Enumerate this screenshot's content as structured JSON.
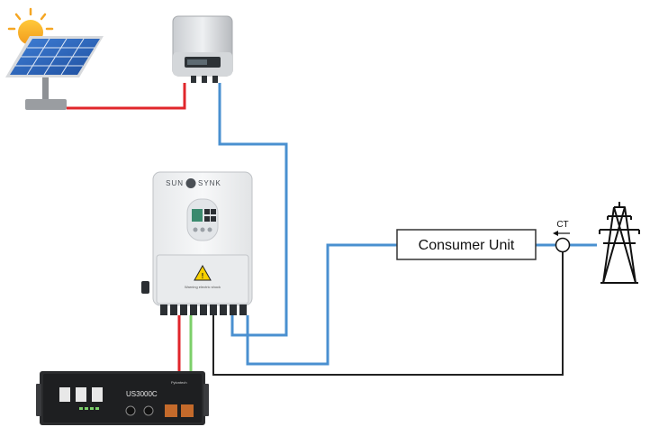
{
  "diagram": {
    "consumer_unit_label": "Consumer Unit",
    "ct_label": "CT",
    "inverter_brand_left": "SUN",
    "inverter_brand_right": "SYNK",
    "inverter_warning_text": "Warning electric shock",
    "battery_model": "US3000C",
    "battery_brand": "Pylontech"
  },
  "colors": {
    "dc_positive": "#e0262b",
    "ac_line": "#4a90d0",
    "ground": "#7ccf6a",
    "neutral": "#222222",
    "consumer_unit_border": "#333333"
  }
}
